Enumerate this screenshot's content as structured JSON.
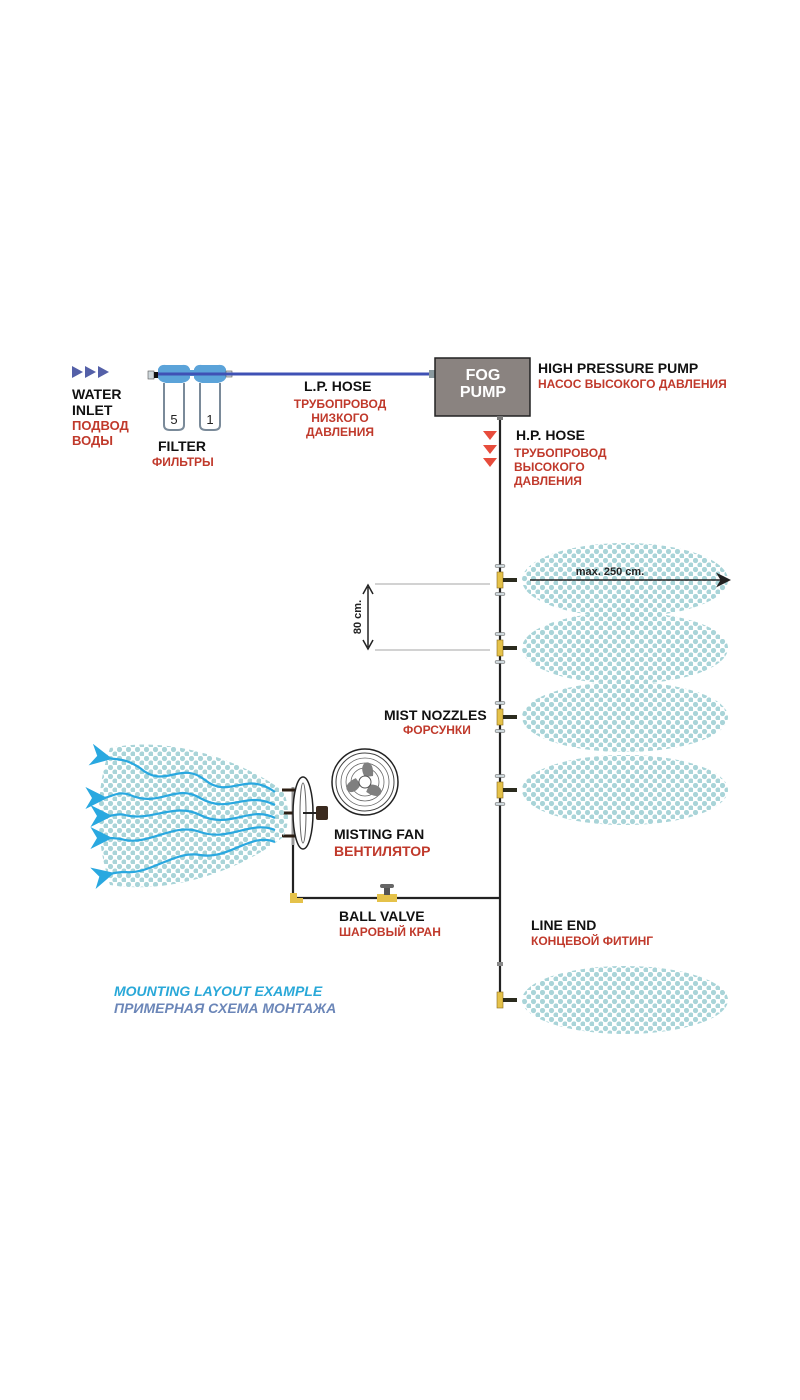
{
  "title": {
    "en": "MOUNTING LAYOUT EXAMPLE",
    "ru": "ПРИМЕРНАЯ СХЕМА МОНТАЖА"
  },
  "components": {
    "water_inlet": {
      "en_line1": "WATER",
      "en_line2": "INLET",
      "ru_line1": "ПОДВОД",
      "ru_line2": "ВОДЫ"
    },
    "filter": {
      "en": "FILTER",
      "ru": "ФИЛЬТРЫ",
      "stage_labels": [
        "5",
        "1"
      ]
    },
    "lp_hose": {
      "en": "L.P. HOSE",
      "ru_line1": "ТРУБОПРОВОД",
      "ru_line2": "НИЗКОГО",
      "ru_line3": "ДАВЛЕНИЯ"
    },
    "pump": {
      "box_line1": "FOG",
      "box_line2": "PUMP",
      "en": "HIGH PRESSURE PUMP",
      "ru": "НАСОС ВЫСОКОГО ДАВЛЕНИЯ"
    },
    "hp_hose": {
      "en": "H.P. HOSE",
      "ru_line1": "ТРУБОПРОВОД",
      "ru_line2": "ВЫСОКОГО",
      "ru_line3": "ДАВЛЕНИЯ"
    },
    "mist_nozzles": {
      "en": "MIST NOZZLES",
      "ru": "ФОРСУНКИ",
      "count": 5
    },
    "misting_fan": {
      "en": "MISTING FAN",
      "ru": "ВЕНТИЛЯТОР"
    },
    "ball_valve": {
      "en": "BALL VALVE",
      "ru": "ШАРОВЫЙ КРАН"
    },
    "line_end": {
      "en": "LINE END",
      "ru": "КОНЦЕВОЙ ФИТИНГ"
    }
  },
  "dimensions": {
    "nozzle_spacing": "80 cm.",
    "spray_reach": "max. 250 cm."
  },
  "colors": {
    "lp_hose": "#3f51b5",
    "filter_cap": "#5ba3d9",
    "pump_box": "#8a8380",
    "hp_hose": "#222222",
    "fitting": "#e5c24a",
    "mist": "#a9d4d8",
    "airflow": "#29a8e0",
    "inlet_arrows": "#5460a8",
    "hp_arrows": "#e74c3c",
    "label_en": "#111111",
    "label_ru": "#c0392b",
    "title_en": "#29a8d8",
    "title_ru": "#6b86b8"
  }
}
